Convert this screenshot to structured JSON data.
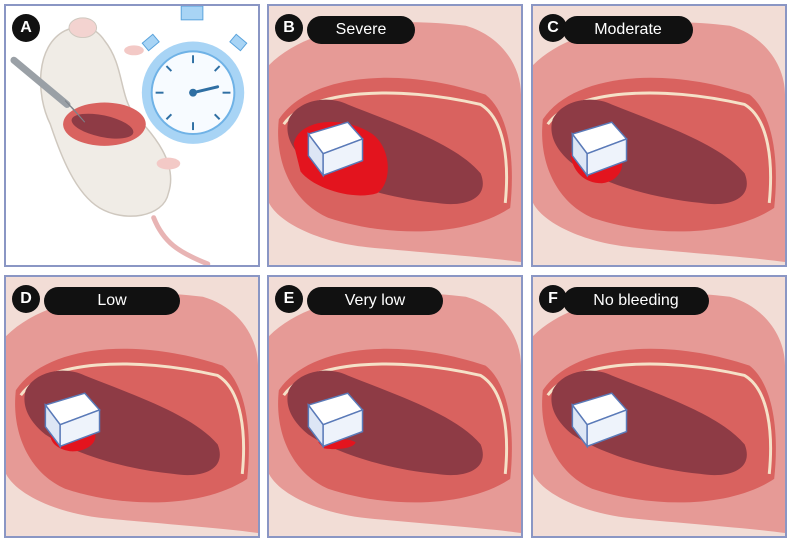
{
  "panels": [
    {
      "letter": "A",
      "label": "",
      "bleed": "none"
    },
    {
      "letter": "B",
      "label": "Severe",
      "bleed": "severe"
    },
    {
      "letter": "C",
      "label": "Moderate",
      "bleed": "moderate"
    },
    {
      "letter": "D",
      "label": "Low",
      "bleed": "low"
    },
    {
      "letter": "E",
      "label": "Very low",
      "bleed": "very-low"
    },
    {
      "letter": "F",
      "label": "No bleeding",
      "bleed": "none"
    }
  ],
  "colors": {
    "panel_border": "#8a96c4",
    "skin": "#f2ddd6",
    "gum": "#e69a96",
    "mouth_interior": "#d9625f",
    "liver": "#8e3b45",
    "blood": "#e3141e",
    "gauze": "#eef3fb",
    "stopwatch": "#a8d4f5"
  },
  "icons": [
    "mouse-illustration",
    "scalpel-icon",
    "stopwatch-icon",
    "gauze-pad",
    "blood-pool",
    "liver-lobe"
  ]
}
